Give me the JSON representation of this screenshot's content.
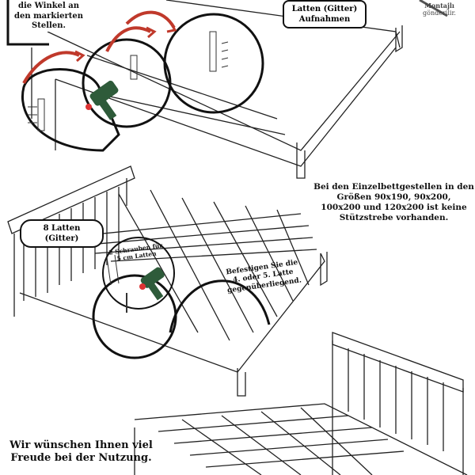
{
  "step1": {
    "note_lines": [
      "die Winkel an",
      "den markierten",
      "Stellen."
    ],
    "slat_holders_label": [
      "Latten (Gitter)",
      "Aufnahmen"
    ],
    "shipping_note": [
      "Montajlı",
      "gönderilir."
    ]
  },
  "info": {
    "single_bed_note": [
      "Bei den Einzelbettgestellen in den",
      "Größen 90x190, 90x200,",
      "100x200 und 120x200 ist keine",
      "Stützstrebe vorhanden."
    ]
  },
  "step2": {
    "slats_label": [
      "8 Latten",
      "(Gitter)"
    ],
    "screws_label": [
      "2 Schrauben für",
      "5 cm Latten"
    ],
    "fix_slat_note": [
      "Befestigen Sie die",
      "4. oder 5. Latte",
      "gegenüberliegend."
    ]
  },
  "footer": {
    "closing_lines": [
      "Wir wünschen Ihnen viel",
      "Freude bei der Nutzung."
    ]
  },
  "colors": {
    "arrow": "#c0392b",
    "drill_body": "#2e5b3a",
    "drill_accent": "#d33"
  }
}
